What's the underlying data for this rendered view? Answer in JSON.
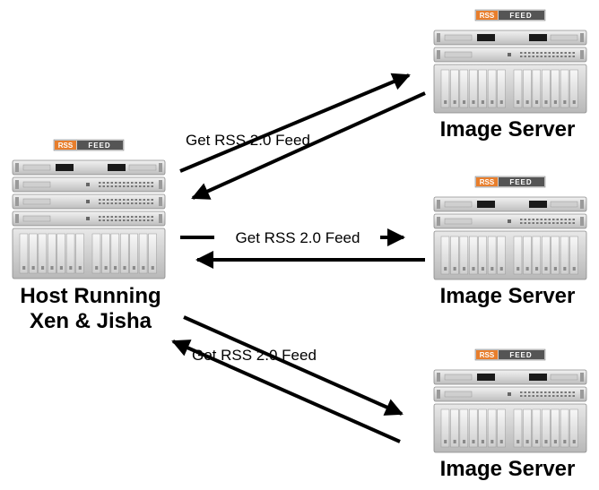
{
  "nodes": {
    "host": {
      "title_line1": "Host Running",
      "title_line2": "Xen & Jisha",
      "badge": {
        "rss": "RSS",
        "feed": "FEED"
      }
    },
    "servers": [
      {
        "title": "Image Server",
        "badge": {
          "rss": "RSS",
          "feed": "FEED"
        }
      },
      {
        "title": "Image Server",
        "badge": {
          "rss": "RSS",
          "feed": "FEED"
        }
      },
      {
        "title": "Image Server",
        "badge": {
          "rss": "RSS",
          "feed": "FEED"
        }
      }
    ]
  },
  "edges": [
    {
      "label": "Get RSS 2.0 Feed"
    },
    {
      "label": "Get RSS 2.0 Feed"
    },
    {
      "label": "Get RSS 2.0 Feed"
    }
  ],
  "colors": {
    "rss_badge": "#e87e2c",
    "feed_badge": "#555555",
    "server_body": "#d6d6d6",
    "arrow": "#000000"
  },
  "icons": [
    "rack-server-icon",
    "rss-feed-badge-icon"
  ]
}
